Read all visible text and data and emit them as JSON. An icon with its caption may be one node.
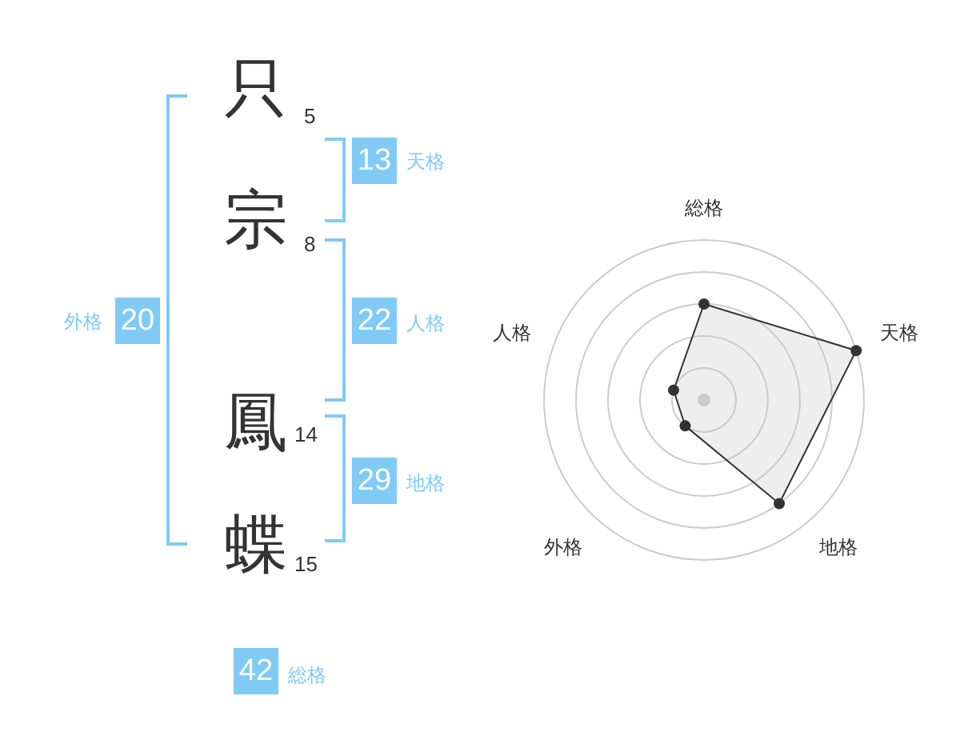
{
  "diagram": {
    "labels": [
      "只",
      "5",
      "13",
      "天格",
      "宗",
      "8",
      "外格",
      "20",
      "22",
      "人格",
      "鳳",
      "14",
      "29",
      "地格",
      "蝶",
      "15",
      "42",
      "総格",
      "総格",
      "人格",
      "天格",
      "外格",
      "地格"
    ]
  }
}
